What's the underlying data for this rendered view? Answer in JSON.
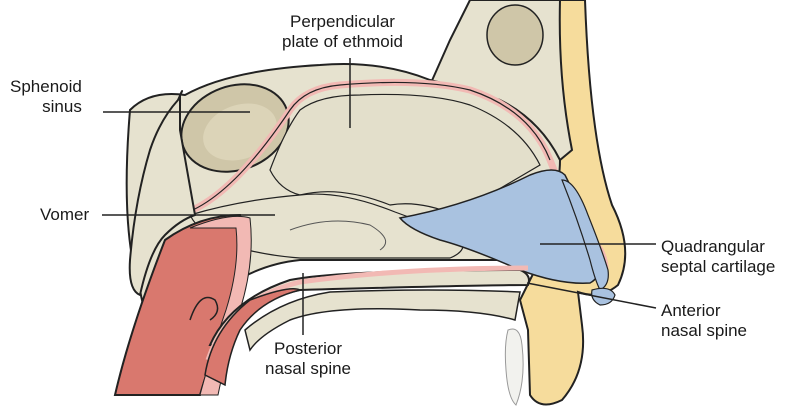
{
  "labels": {
    "perpendicular_plate": [
      "Perpendicular",
      "plate of ethmoid"
    ],
    "sphenoid_sinus": [
      "Sphenoid",
      "sinus"
    ],
    "vomer": [
      "Vomer"
    ],
    "quadrangular_cartilage": [
      "Quadrangular",
      "septal cartilage"
    ],
    "anterior_nasal_spine": [
      "Anterior",
      "nasal spine"
    ],
    "posterior_nasal_spine": [
      "Posterior",
      "nasal spine"
    ]
  },
  "colors": {
    "bone": "#e6e2cf",
    "bone_dark": "#d5cfb3",
    "sinus": "#cfc6a8",
    "mucosa": "#f2b9b4",
    "muscle": "#d9786e",
    "cartilage": "#a9c2e0",
    "skin": "#f6dc9c",
    "tooth": "#f2f2ee",
    "outline": "#222222"
  }
}
